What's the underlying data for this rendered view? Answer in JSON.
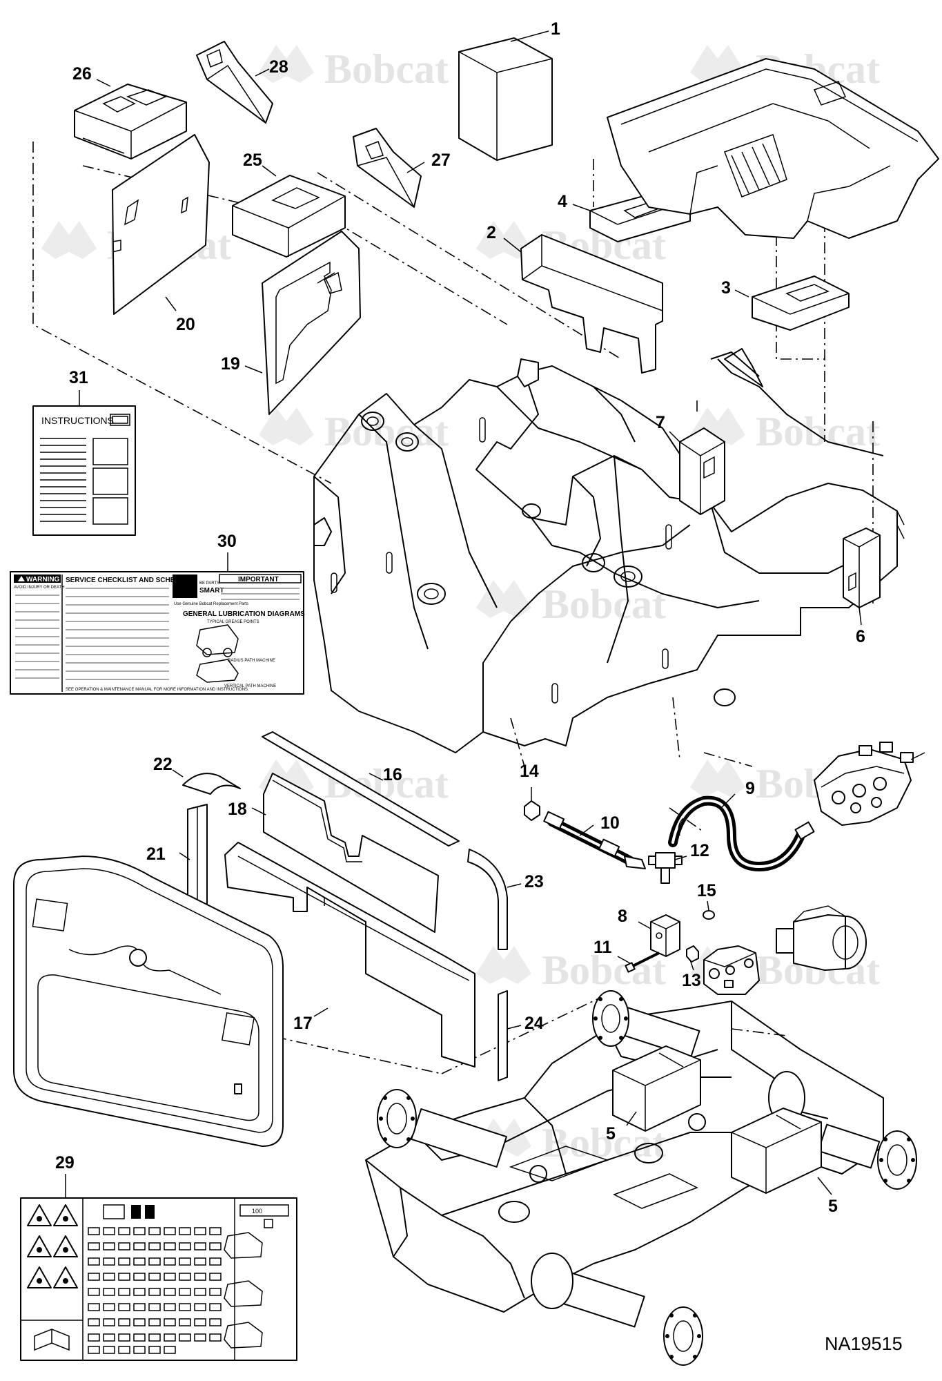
{
  "watermark": {
    "brand": "Bobcat"
  },
  "callouts": [
    {
      "id": "c1",
      "label": "1"
    },
    {
      "id": "c2",
      "label": "2"
    },
    {
      "id": "c3",
      "label": "3"
    },
    {
      "id": "c4",
      "label": "4"
    },
    {
      "id": "c5a",
      "label": "5"
    },
    {
      "id": "c5b",
      "label": "5"
    },
    {
      "id": "c6",
      "label": "6"
    },
    {
      "id": "c7",
      "label": "7"
    },
    {
      "id": "c8",
      "label": "8"
    },
    {
      "id": "c9",
      "label": "9"
    },
    {
      "id": "c10",
      "label": "10"
    },
    {
      "id": "c11",
      "label": "11"
    },
    {
      "id": "c12",
      "label": "12"
    },
    {
      "id": "c13",
      "label": "13"
    },
    {
      "id": "c14",
      "label": "14"
    },
    {
      "id": "c15",
      "label": "15"
    },
    {
      "id": "c16",
      "label": "16"
    },
    {
      "id": "c17",
      "label": "17"
    },
    {
      "id": "c18",
      "label": "18"
    },
    {
      "id": "c19",
      "label": "19"
    },
    {
      "id": "c20",
      "label": "20"
    },
    {
      "id": "c21",
      "label": "21"
    },
    {
      "id": "c22",
      "label": "22"
    },
    {
      "id": "c23",
      "label": "23"
    },
    {
      "id": "c24",
      "label": "24"
    },
    {
      "id": "c25",
      "label": "25"
    },
    {
      "id": "c26",
      "label": "26"
    },
    {
      "id": "c27",
      "label": "27"
    },
    {
      "id": "c28",
      "label": "28"
    },
    {
      "id": "c29",
      "label": "29"
    },
    {
      "id": "c30",
      "label": "30"
    },
    {
      "id": "c31",
      "label": "31"
    }
  ],
  "instructions_card": {
    "title": "INSTRUCTIONS"
  },
  "decal_30": {
    "warning_title": "WARNING",
    "warning_subtitle": "AVOID INJURY OR DEATH",
    "service_title": "SERVICE CHECKLIST AND SCHEDULE",
    "important_title": "IMPORTANT",
    "smart_line1": "BE PARTS",
    "smart_line2": "SMART",
    "genuine_note": "Use Genuine Bobcat Replacement Parts",
    "lube_title": "GENERAL LUBRICATION DIAGRAMS",
    "grease_note": "TYPICAL GREASE POINTS",
    "radius_caption": "RADIUS PATH MACHINE",
    "vertical_caption": "VERTICAL PATH MACHINE",
    "footer": "SEE OPERATION & MAINTENANCE MANUAL FOR MORE INFORMATION AND INSTRUCTIONS."
  },
  "decal_29": {
    "hours_label": "100"
  },
  "drawing_code": "NA19515"
}
